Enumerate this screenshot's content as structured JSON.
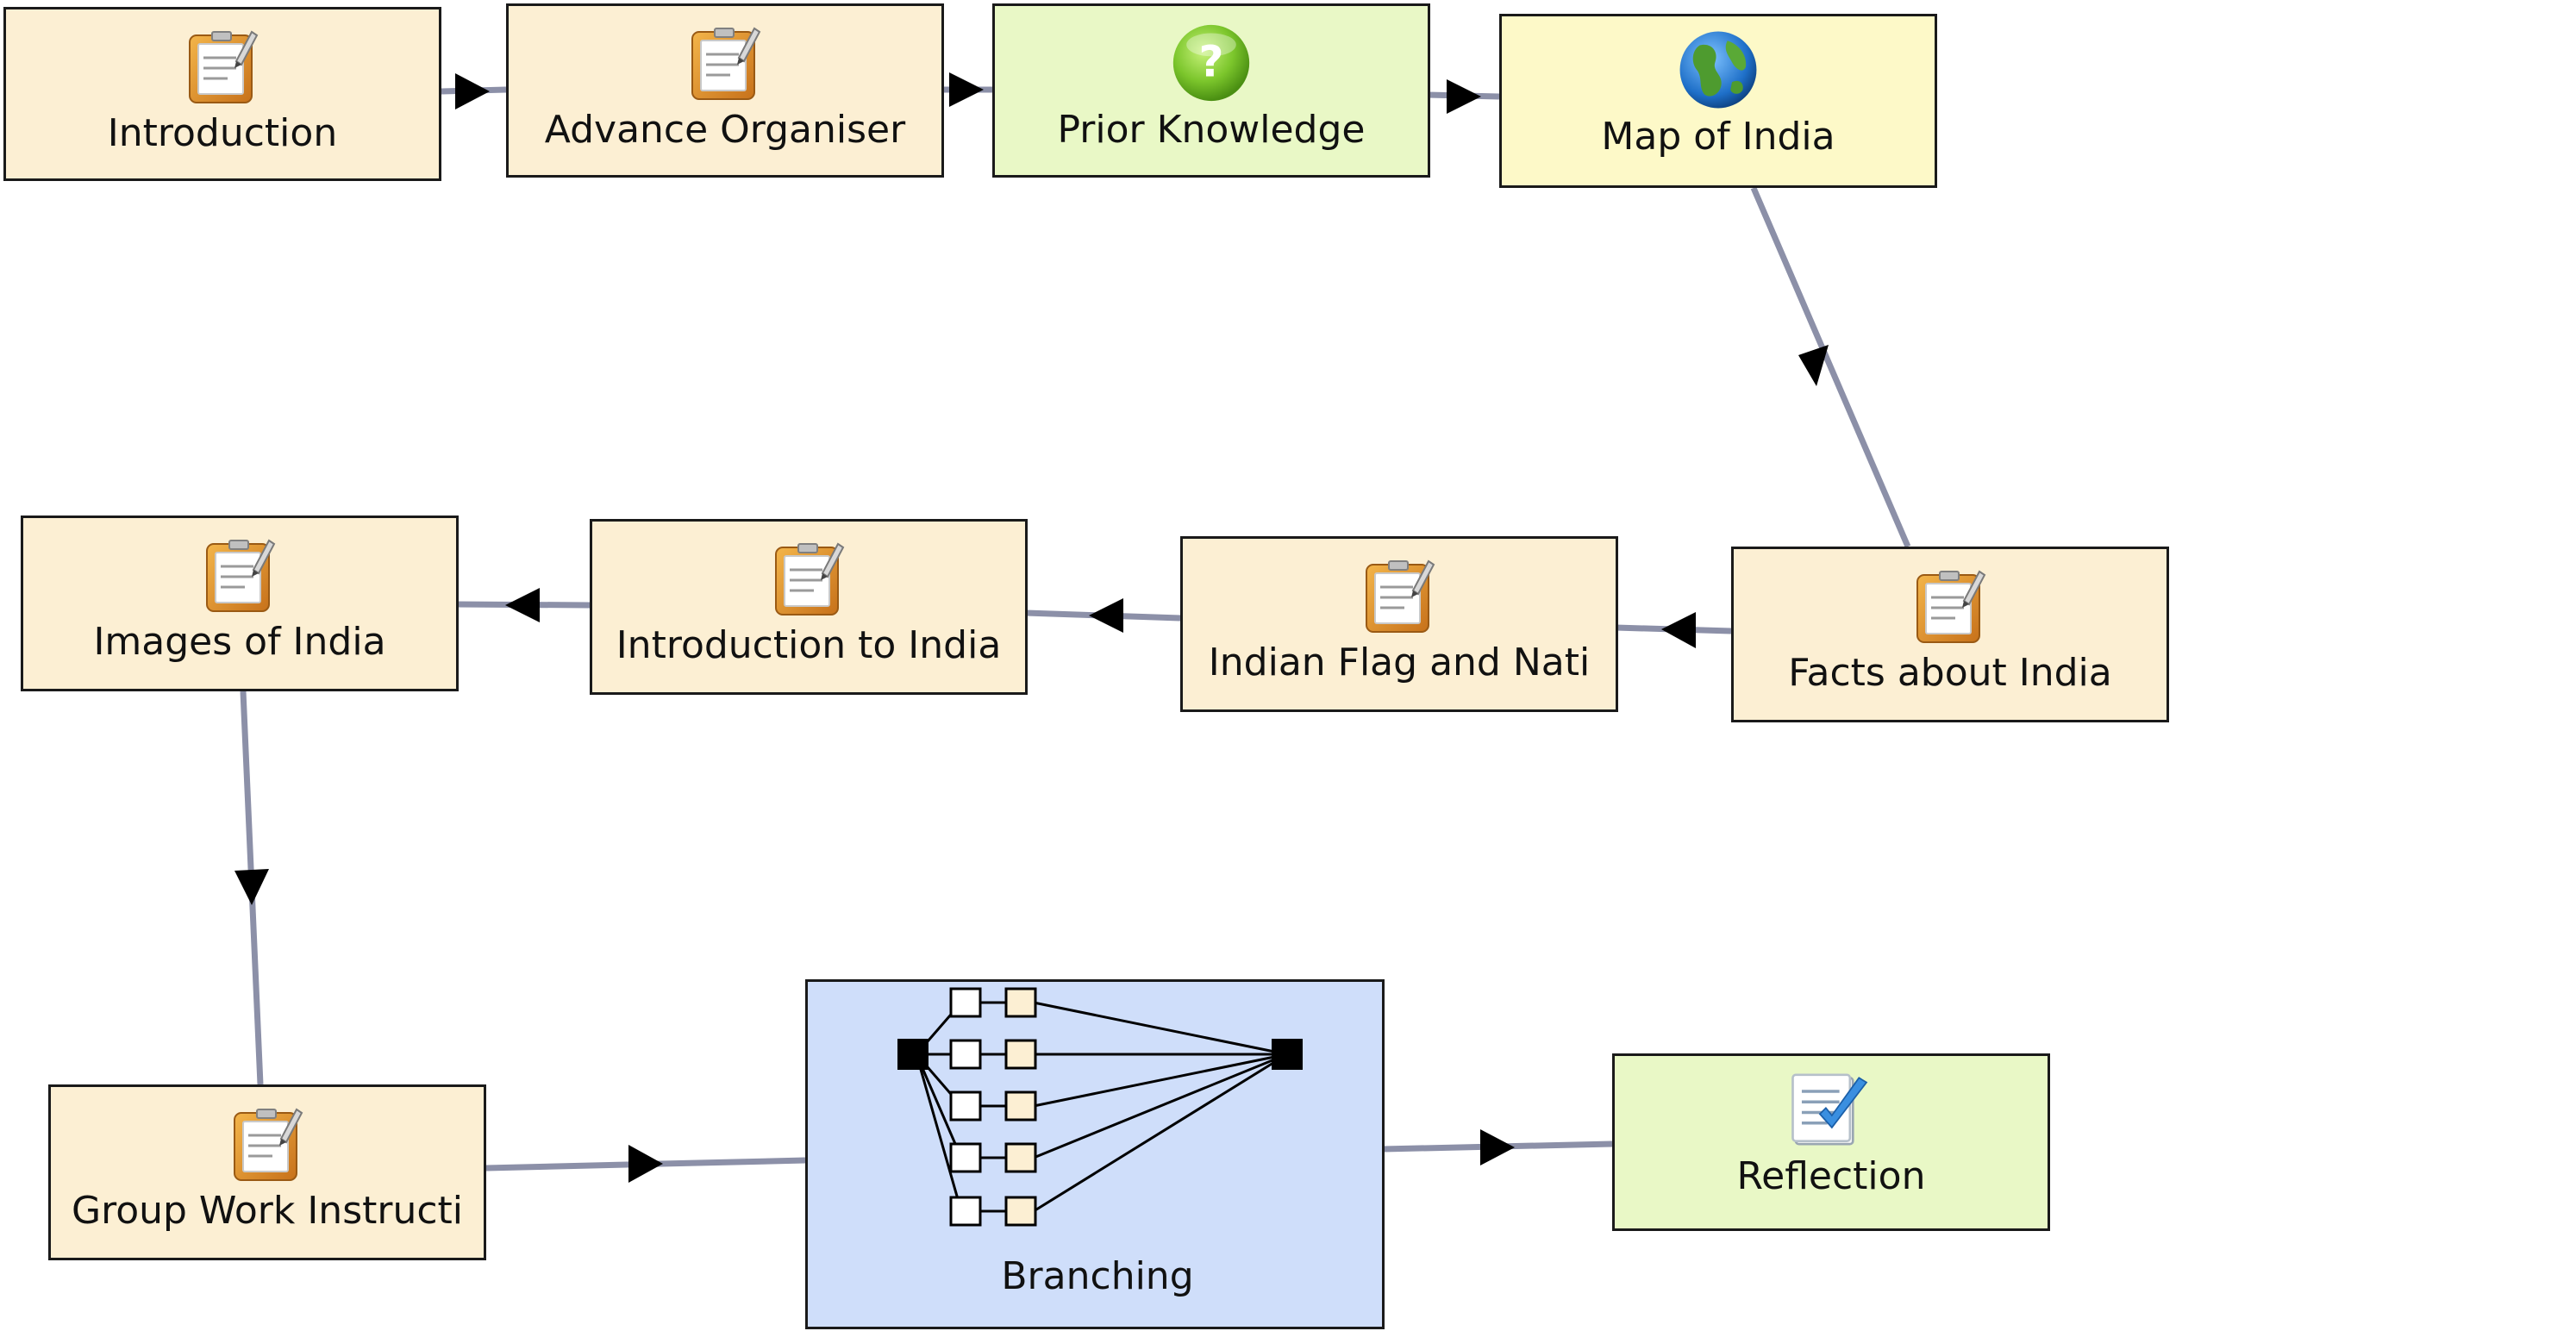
{
  "colors": {
    "tool": "#fcefd3",
    "assessment": "#e9f8c6",
    "resource": "#fdf9c8",
    "branching": "#cfdefa",
    "connector": "#8c90a8"
  },
  "activities": [
    {
      "id": "introduction",
      "label": "Introduction",
      "icon": "notebook-icon",
      "kind": "tool"
    },
    {
      "id": "advance-organiser",
      "label": "Advance Organiser",
      "icon": "notebook-icon",
      "kind": "tool"
    },
    {
      "id": "prior-knowledge",
      "label": "Prior Knowledge",
      "icon": "question-icon",
      "kind": "assessment"
    },
    {
      "id": "map-of-india",
      "label": "Map of India",
      "icon": "globe-icon",
      "kind": "resource"
    },
    {
      "id": "facts-about-india",
      "label": "Facts about India",
      "icon": "notebook-icon",
      "kind": "tool"
    },
    {
      "id": "indian-flag",
      "label": "Indian Flag and Nati",
      "icon": "notebook-icon",
      "kind": "tool"
    },
    {
      "id": "introduction-to-india",
      "label": "Introduction to India",
      "icon": "notebook-icon",
      "kind": "tool"
    },
    {
      "id": "images-of-india",
      "label": "Images of India",
      "icon": "notebook-icon",
      "kind": "tool"
    },
    {
      "id": "group-work",
      "label": "Group Work Instructi",
      "icon": "notebook-icon",
      "kind": "tool"
    },
    {
      "id": "branching",
      "label": "Branching",
      "icon": "branching-icon",
      "kind": "branching"
    },
    {
      "id": "reflection",
      "label": "Reflection",
      "icon": "checklist-icon",
      "kind": "assessment"
    }
  ]
}
